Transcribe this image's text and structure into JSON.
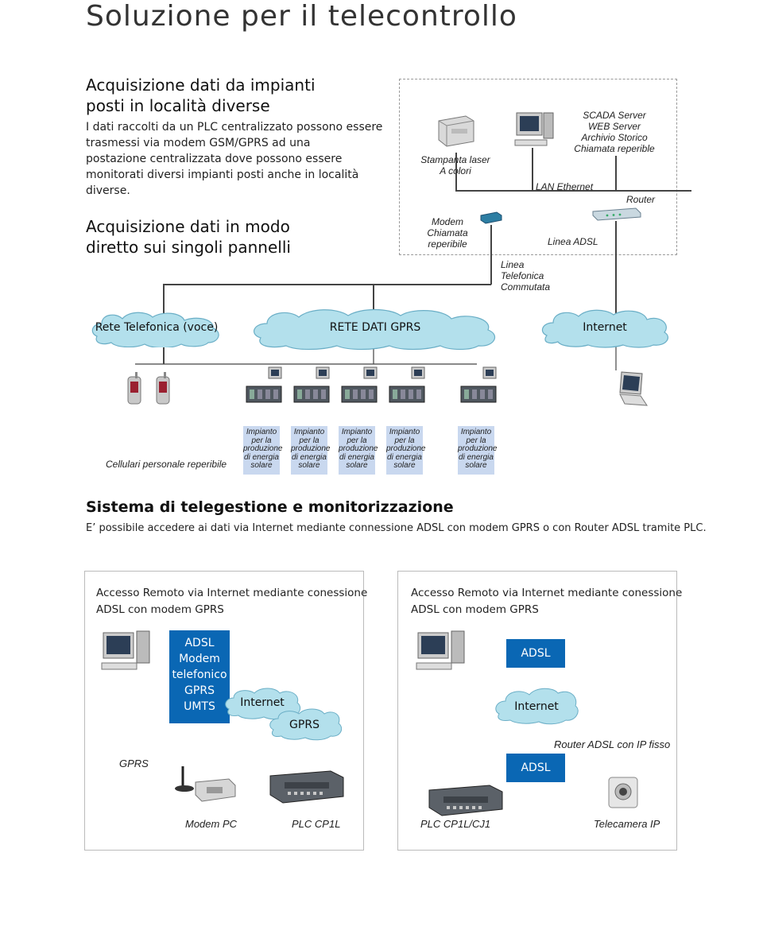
{
  "title": "Soluzione per il telecontrollo",
  "section1": {
    "heading_line1": "Acquisizione dati da impianti",
    "heading_line2": "posti in località diverse",
    "body_lines": [
      "I dati raccolti da un PLC centralizzato possono essere",
      "trasmessi via modem GSM/GPRS ad una",
      "postazione centralizzata dove possono essere",
      "monitorati diversi impianti posti anche in località",
      "diverse."
    ],
    "heading2_line1": "Acquisizione dati in modo",
    "heading2_line2": "diretto sui singoli pannelli"
  },
  "diagram": {
    "printer_label_1": "Stampanta laser",
    "printer_label_2": "A colori",
    "server_label_1": "SCADA Server",
    "server_label_2": "WEB Server",
    "server_label_3": "Archivio Storico",
    "server_label_4": "Chiamata reperible",
    "lan_label": "LAN Ethernet",
    "router_label": "Router",
    "modem_label_1": "Modem",
    "modem_label_2": "Chiamata",
    "modem_label_3": "reperibile",
    "adsl_line_label": "Linea ADSL",
    "phone_line_label_1": "Linea",
    "phone_line_label_2": "Telefonica",
    "phone_line_label_3": "Commutata",
    "cloud_left": "Rete Telefonica (voce)",
    "cloud_mid": "RETE DATI GPRS",
    "cloud_right": "Internet",
    "cellulari_label": "Cellulari personale reperibile",
    "impianto_lines": [
      "Impianto",
      "per la",
      "produzione",
      "di energia",
      "solare"
    ]
  },
  "section2": {
    "heading": "Sistema di telegestione e monitorizzazione",
    "body": "E’ possibile accedere ai dati via Internet mediante connessione ADSL con modem GPRS o con Router ADSL tramite PLC."
  },
  "panel": {
    "left_title_1": "Accesso Remoto via Internet mediante conessione",
    "left_title_2": "ADSL con modem GPRS",
    "right_title_1": "Accesso Remoto via Internet mediante conessione",
    "right_title_2": "ADSL con modem GPRS",
    "left_blue_lines": [
      "ADSL",
      "Modem",
      "telefonico",
      "GPRS",
      "UMTS"
    ],
    "left_cloud_internet": "Internet",
    "left_cloud_gprs": "GPRS",
    "left_gprs_label": "GPRS",
    "modem_pc_label": "Modem PC",
    "plc_cp1l_label": "PLC CP1L",
    "right_blue_adsl_top": "ADSL",
    "right_cloud_internet": "Internet",
    "router_adsl_label": "Router ADSL con IP fisso",
    "right_blue_adsl_bottom": "ADSL",
    "plc_cp1l_cj1_label": "PLC CP1L/CJ1",
    "telecamera_label": "Telecamera IP"
  },
  "colors": {
    "cloud_fill": "#b3e0ec",
    "blue_box": "#0a67b4",
    "label_fill": "#c9d8ef"
  }
}
